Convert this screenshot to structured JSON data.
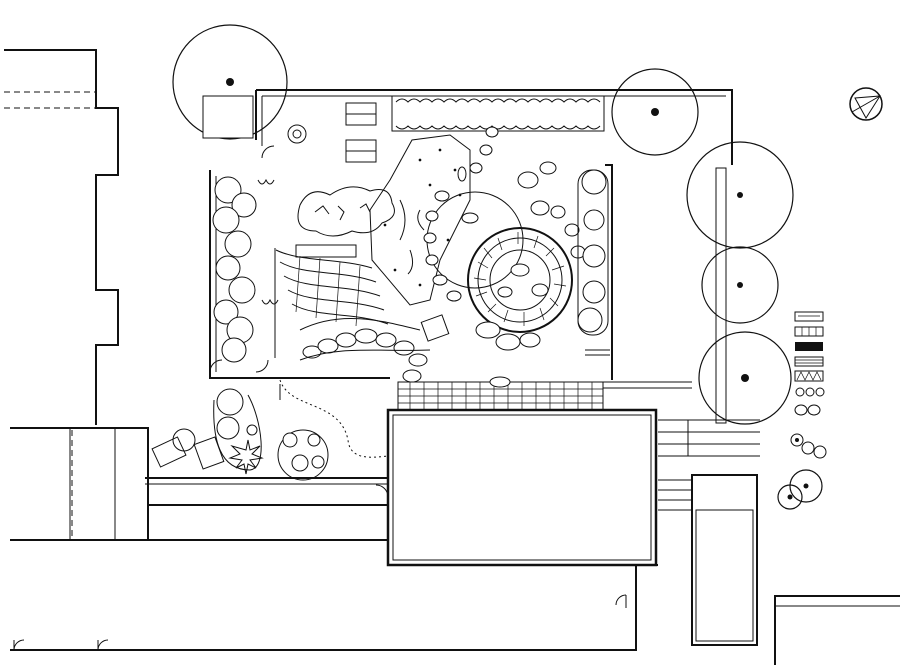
{
  "drawing": {
    "kind": "garden-site-plan",
    "ink_color": "#111111",
    "paper_color": "#ffffff",
    "icons": [
      "north-arrow-icon",
      "tree-symbol",
      "shrub-symbol",
      "stepping-stone-symbol",
      "hatch-swatch"
    ],
    "legend": {
      "swatch_count": 9,
      "swatch_kinds": [
        "hatched-band",
        "dark-band",
        "striped-band",
        "zigzag-band",
        "pebble-row",
        "pebble-row",
        "shrub-cluster",
        "tree-pair",
        "tree-single"
      ]
    }
  }
}
